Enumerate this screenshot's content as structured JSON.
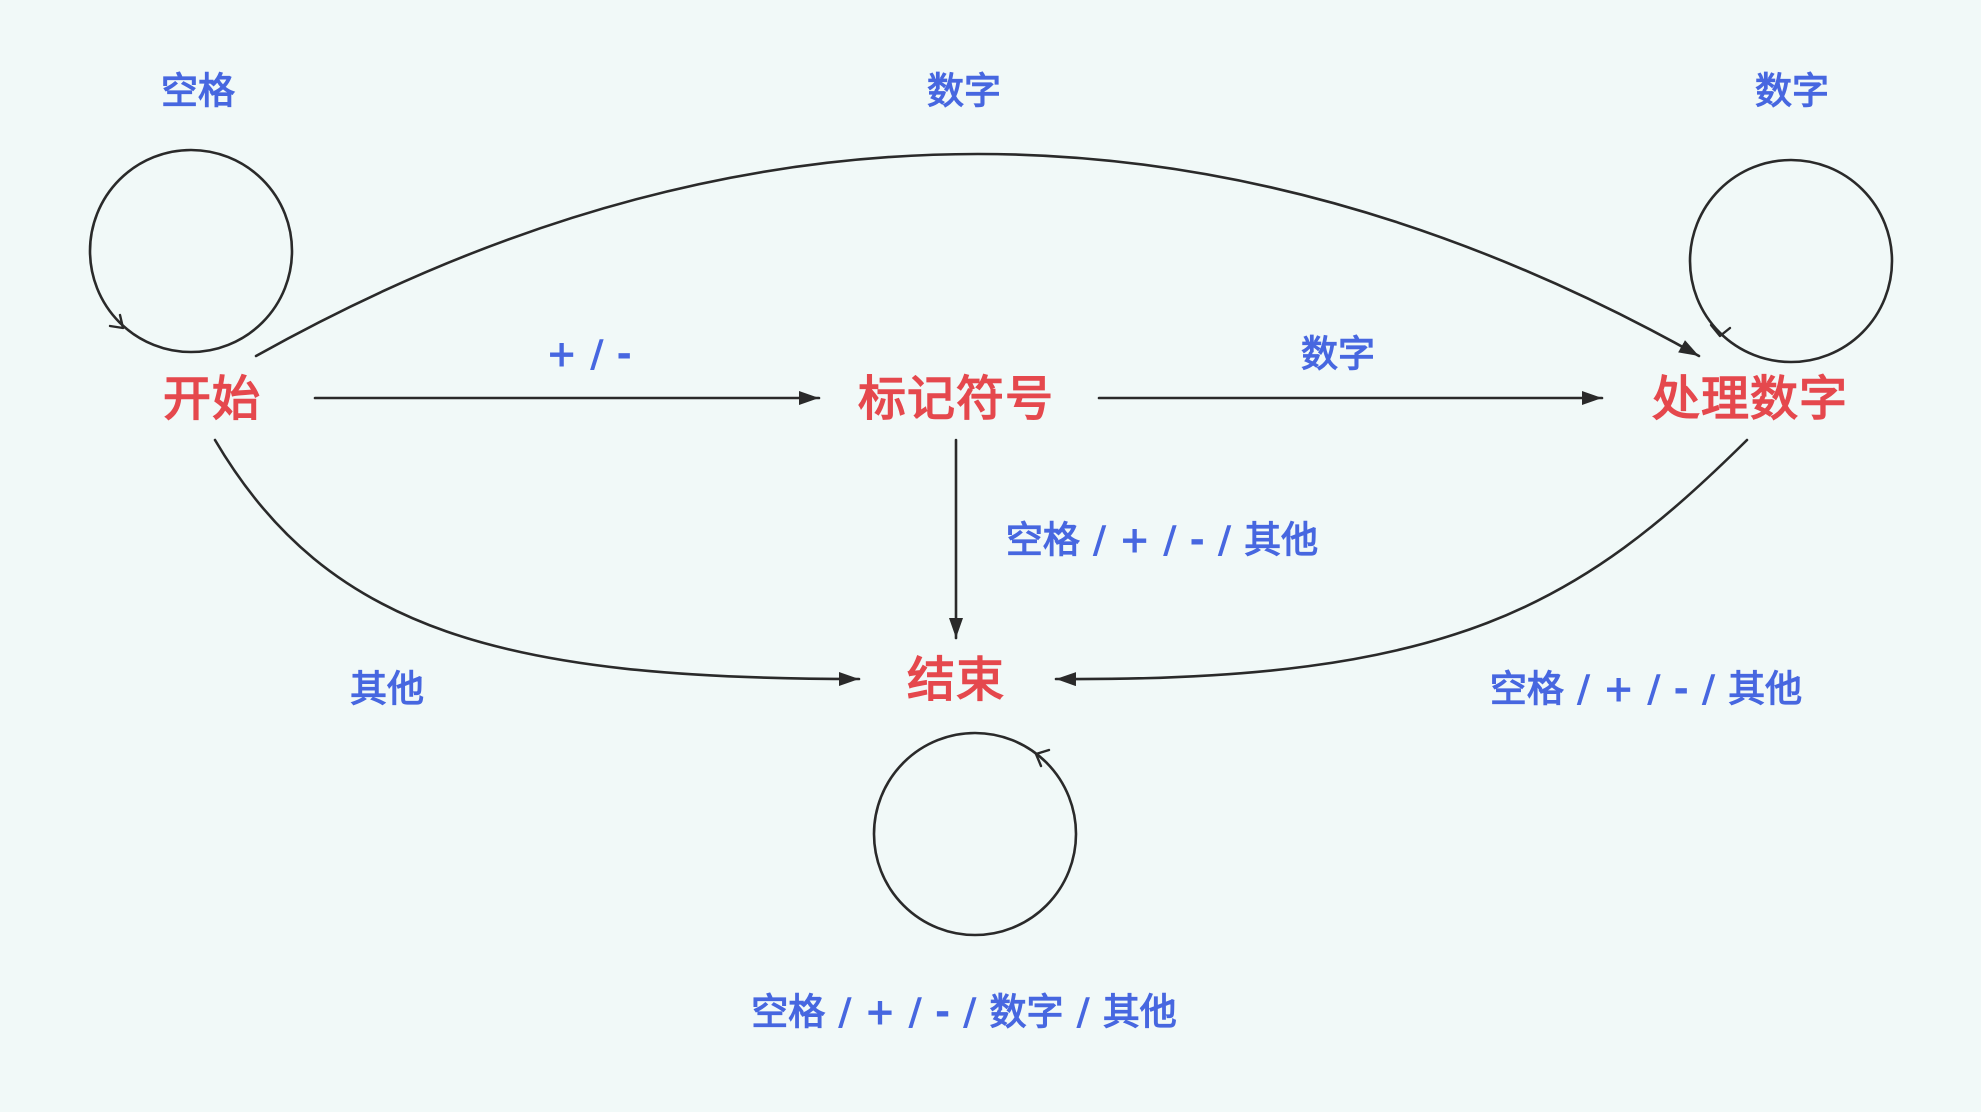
{
  "colors": {
    "background": "#f1f9f8",
    "node_text": "#e5484d",
    "edge_label": "#4767e0",
    "edge_line": "#2a2a2a"
  },
  "nodes": {
    "start": {
      "label": "开始"
    },
    "sign": {
      "label": "标记符号"
    },
    "number": {
      "label": "处理数字"
    },
    "end": {
      "label": "结束"
    }
  },
  "edges": {
    "start_loop": "空格",
    "start_to_number": "数字",
    "number_loop": "数字",
    "start_to_sign": "+ / -",
    "sign_to_number": "数字",
    "sign_to_end": "空格 / + / - / 其他",
    "start_to_end": "其他",
    "number_to_end": "空格 / + / - / 其他",
    "end_loop": "空格 / + / - / 数字 / 其他"
  }
}
